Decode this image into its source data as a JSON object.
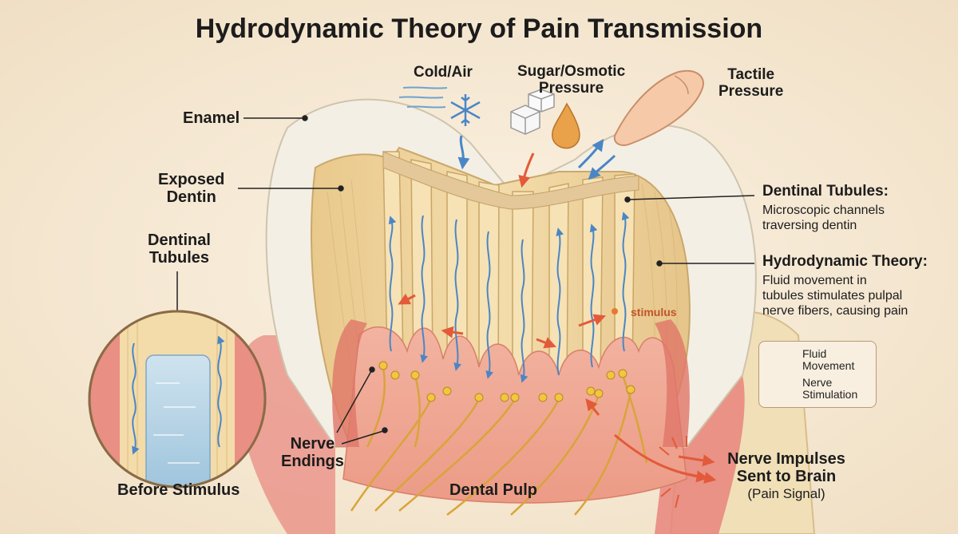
{
  "title": "Hydrodynamic Theory of Pain Transmission",
  "stimuli": {
    "cold": "Cold/Air",
    "sugar_line1": "Sugar/Osmotic",
    "sugar_line2": "Pressure",
    "tactile_line1": "Tactile",
    "tactile_line2": "Pressure"
  },
  "labels": {
    "enamel": "Enamel",
    "exposed_dentin_line1": "Exposed",
    "exposed_dentin_line2": "Dentin",
    "dentinal_tubules_line1": "Dentinal",
    "dentinal_tubules_line2": "Tubules",
    "nerve_endings_line1": "Nerve",
    "nerve_endings_line2": "Endings",
    "dental_pulp": "Dental Pulp",
    "before_stimulus": "Before Stimulus",
    "stimulus": "stimulus"
  },
  "descriptions": {
    "tubules_title": "Dentinal Tubules:",
    "tubules_line1": "Microscopic channels",
    "tubules_line2": "traversing dentin",
    "theory_title": "Hydrodynamic Theory:",
    "theory_line1": "Fluid movement in",
    "theory_line2": "tubules stimulates pulpal",
    "theory_line3": "nerve fibers, causing pain"
  },
  "legend": {
    "fluid_line1": "Fluid",
    "fluid_line2": "Movement",
    "nerve_line1": "Nerve",
    "nerve_line2": "Stimulation"
  },
  "output": {
    "line1": "Nerve Impulses",
    "line2": "Sent to Brain",
    "line3": "(Pain Signal)"
  },
  "colors": {
    "enamel": "#f4efe4",
    "dentin": "#edd29a",
    "pulp": "#ef9f8c",
    "gum": "#e6857e",
    "nerve": "#d9a43a",
    "fluid_arrow": "#4a86c6",
    "stimulus_arrow": "#e35a3a"
  }
}
